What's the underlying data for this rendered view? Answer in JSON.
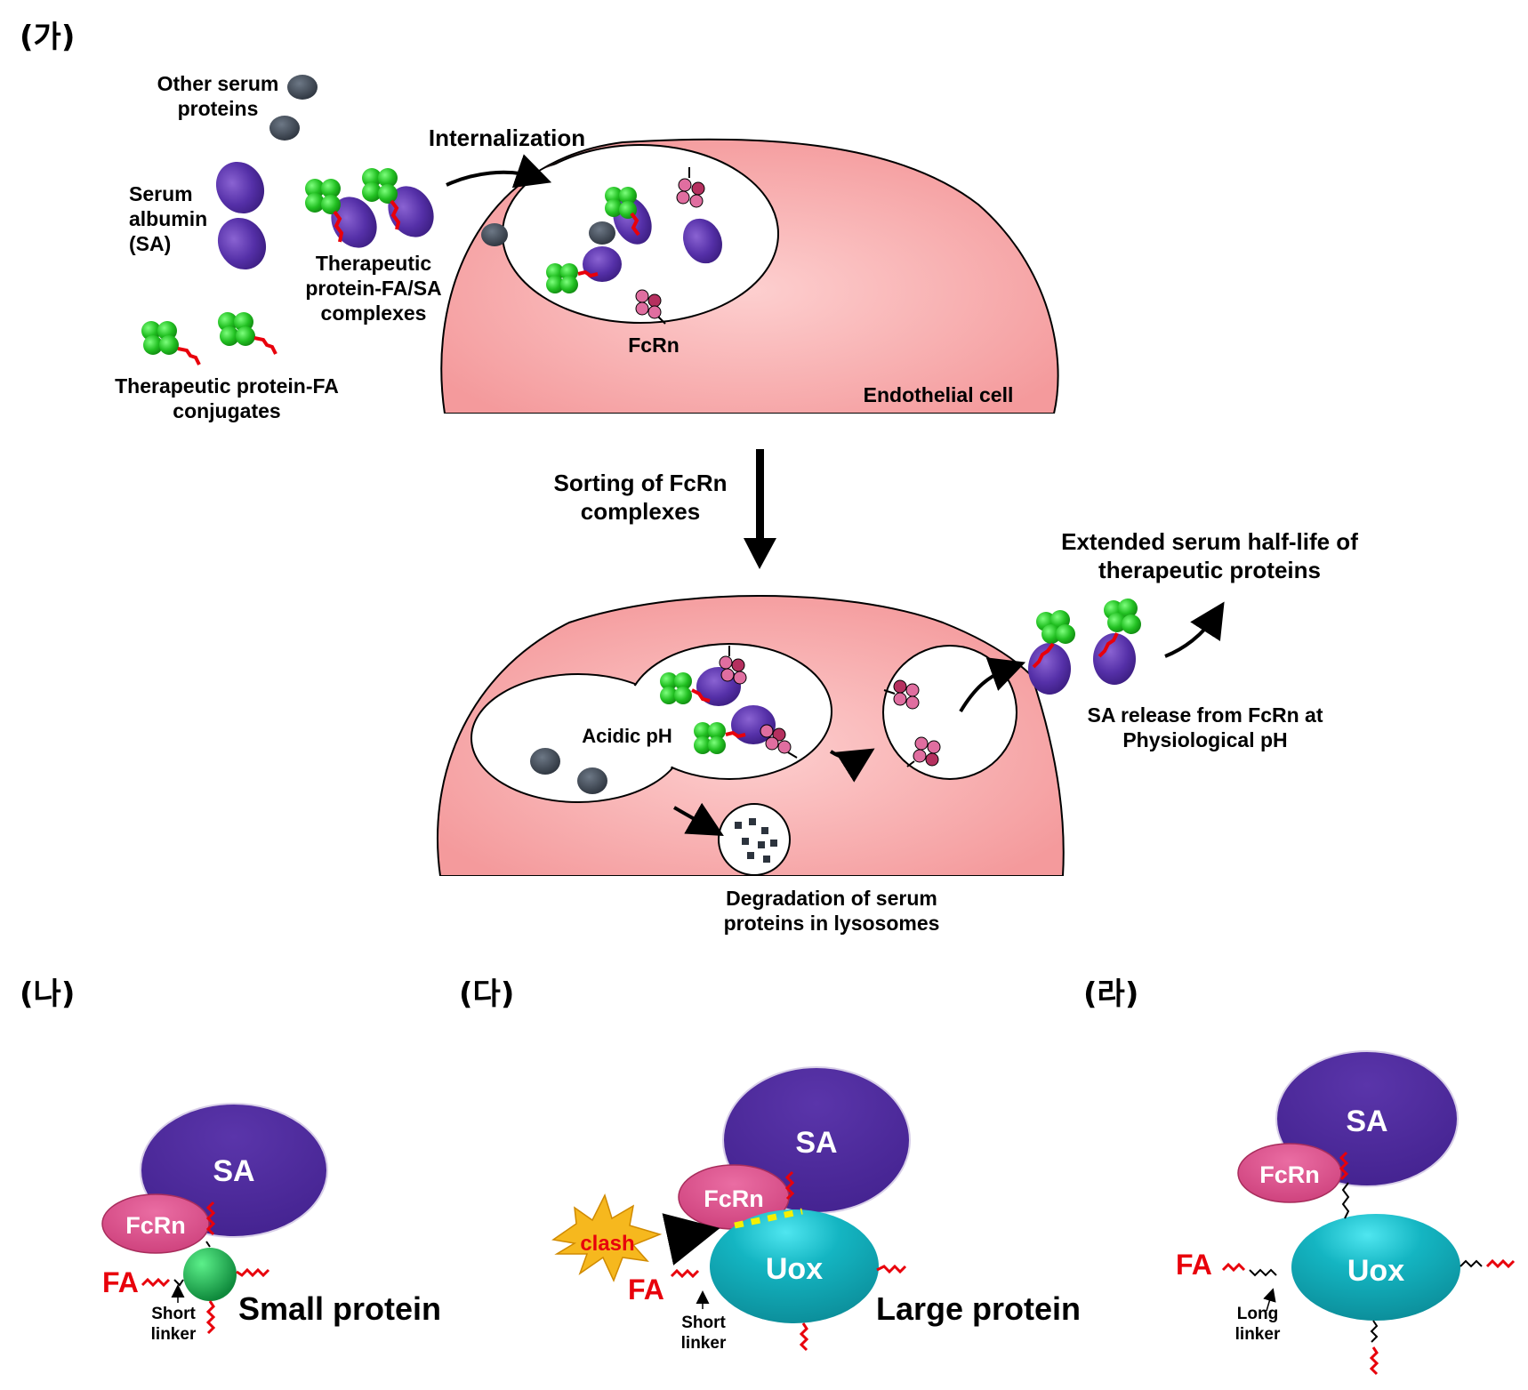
{
  "panels": {
    "a": {
      "label": "(가)",
      "other_serum_proteins": "Other serum\nproteins",
      "serum_albumin": "Serum\nalbumin\n(SA)",
      "complexes": "Therapeutic\nprotein-FA/SA\ncomplexes",
      "conjugates": "Therapeutic protein-FA\nconjugates",
      "internalization": "Internalization",
      "fcrn": "FcRn",
      "endothelial_cell": "Endothelial cell",
      "sorting": "Sorting of FcRn\ncomplexes",
      "extended_half_life": "Extended serum half-life of\ntherapeutic proteins",
      "acidic_ph": "Acidic pH",
      "sa_release": "SA release from FcRn at\nPhysiological pH",
      "degradation": "Degradation of serum\nproteins in lysosomes"
    },
    "b": {
      "label": "(나)",
      "sa": "SA",
      "fcrn": "FcRn",
      "fa": "FA",
      "linker": "Short\nlinker",
      "protein": "Small protein"
    },
    "c": {
      "label": "(다)",
      "sa": "SA",
      "fcrn": "FcRn",
      "clash": "clash",
      "fa": "FA",
      "linker": "Short\nlinker",
      "uox": "Uox",
      "protein": "Large protein"
    },
    "d": {
      "label": "(라)",
      "sa": "SA",
      "fcrn": "FcRn",
      "fa": "FA",
      "linker": "Long\nlinker",
      "uox": "Uox"
    }
  },
  "colors": {
    "albumin": "#4b2a94",
    "fcrn": "#dc4f8a",
    "uox": "#12b3bf",
    "small_protein": "#1aa84a",
    "cell": "#f8a5a5",
    "fatty_acid": "#e8000b",
    "serum_protein": "#3a4350",
    "clash": "#f6b81e"
  }
}
